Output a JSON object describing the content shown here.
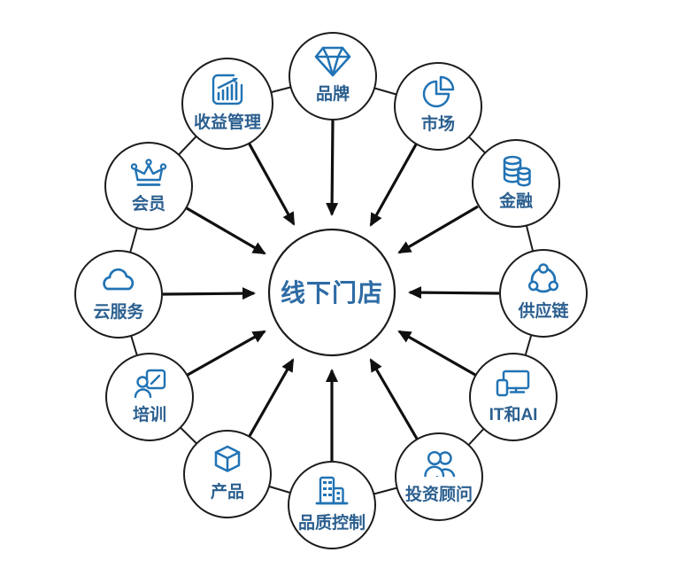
{
  "diagram": {
    "center": {
      "label": "线下门店"
    },
    "nodes": [
      {
        "label": "品牌",
        "icon": "diamond-icon"
      },
      {
        "label": "市场",
        "icon": "pie-chart-icon"
      },
      {
        "label": "金融",
        "icon": "coins-icon"
      },
      {
        "label": "供应链",
        "icon": "network-icon"
      },
      {
        "label": "IT和AI",
        "icon": "devices-icon"
      },
      {
        "label": "投资顾问",
        "icon": "people-icon"
      },
      {
        "label": "品质控制",
        "icon": "buildings-icon"
      },
      {
        "label": "产品",
        "icon": "cube-icon"
      },
      {
        "label": "培训",
        "icon": "training-icon"
      },
      {
        "label": "云服务",
        "icon": "cloud-icon"
      },
      {
        "label": "会员",
        "icon": "crown-icon"
      },
      {
        "label": "收益管理",
        "icon": "chart-growth-icon"
      }
    ],
    "colors": {
      "icon": "#2173b4",
      "label": "#2b5f8f",
      "center_text": "#2e6ba4",
      "stroke": "#1c1c1c",
      "arrow": "#101010",
      "background": "#ffffff"
    }
  }
}
